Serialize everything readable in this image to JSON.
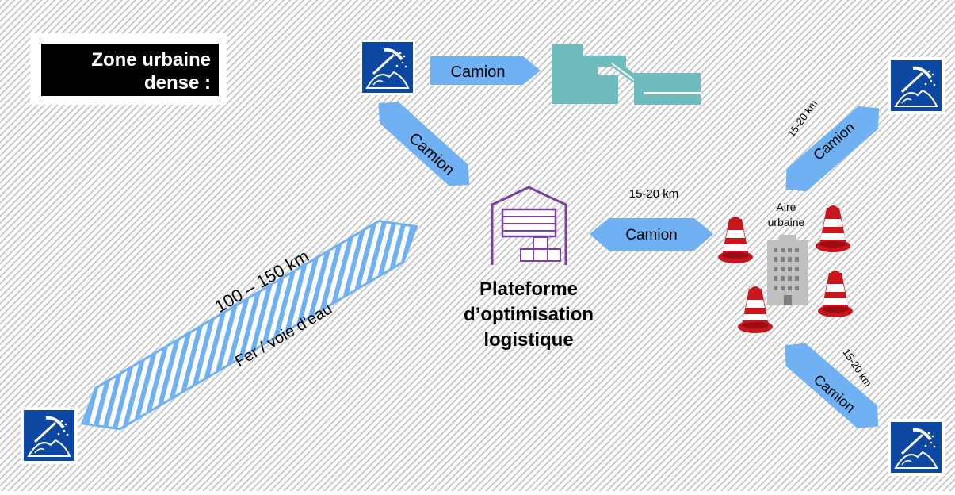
{
  "zone_title": {
    "line1": "Zone urbaine",
    "line2": "dense :"
  },
  "platform_label": {
    "line1": "Plateforme",
    "line2": "d’optimisation",
    "line3": "logistique"
  },
  "rail_route": {
    "distance": "100 – 150 km",
    "mode": "Fer / voie d’eau"
  },
  "truck_label": "Camion",
  "urban_route": {
    "distance": "15-20 km",
    "mode": "Camion"
  },
  "upper_right_route": {
    "distance": "15-20 km",
    "mode": "Camion"
  },
  "lower_right_route": {
    "distance": "15-20 km",
    "mode": "Camion"
  },
  "urban_area": {
    "line1": "Aire",
    "line2": "urbaine"
  },
  "icons": {
    "quarry": "pickaxe-quarry-icon",
    "plant": "factory-plant-icon",
    "warehouse": "warehouse-icon",
    "cone": "traffic-cone-icon",
    "building": "office-building-icon"
  },
  "colors": {
    "quarry_box": "#0d47a1",
    "arrow": "#6fb1f2",
    "plant": "#6fbcbe",
    "warehouse": "#7b3fa0",
    "cone": "#c8161e",
    "building": "#bfbfbf"
  }
}
